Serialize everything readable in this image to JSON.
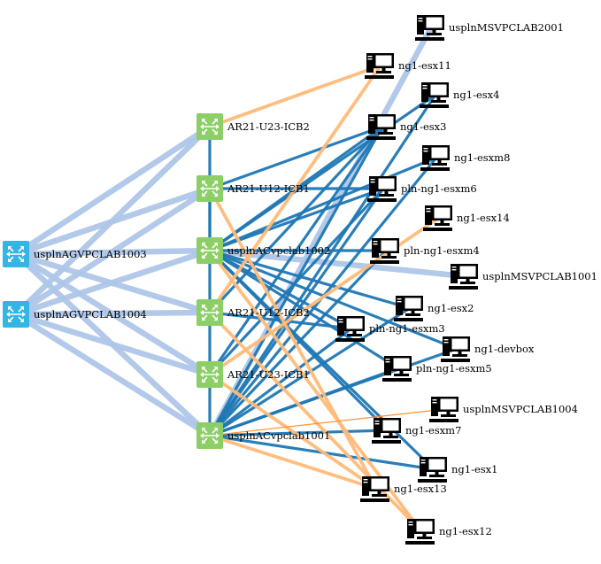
{
  "colors": {
    "agg_switch": "#33b5e5",
    "access_switch": "#8dcf67",
    "link_agg": "#aec6e8",
    "link_server": "#1f77b4",
    "link_alt": "#ffbb78",
    "link_alt_thin": "#ff8c28",
    "server_icon": "#000000"
  },
  "nodes": [
    {
      "id": "agv1003",
      "label": "usplnAGVPCLAB1003",
      "kind": "agg-switch",
      "icon": "switch-icon"
    },
    {
      "id": "agv1004",
      "label": "usplnAGVPCLAB1004",
      "kind": "agg-switch",
      "icon": "switch-icon"
    },
    {
      "id": "ar21u23icb2",
      "label": "AR21-U23-ICB2",
      "kind": "access-switch",
      "icon": "switch-icon"
    },
    {
      "id": "ar21u12icb1",
      "label": "AR21-U12-ICB1",
      "kind": "access-switch",
      "icon": "switch-icon"
    },
    {
      "id": "acv1002",
      "label": "usplnACvpclab1002",
      "kind": "access-switch",
      "icon": "switch-icon"
    },
    {
      "id": "ar21u12icb2",
      "label": "AR21-U12-ICB2",
      "kind": "access-switch",
      "icon": "switch-icon"
    },
    {
      "id": "ar21u23icb1",
      "label": "AR21-U23-ICB1",
      "kind": "access-switch",
      "icon": "switch-icon"
    },
    {
      "id": "acv1001",
      "label": "usplnACvpclab1001",
      "kind": "access-switch",
      "icon": "switch-icon"
    },
    {
      "id": "msv2001",
      "label": "usplnMSVPCLAB2001",
      "kind": "server",
      "icon": "server-icon"
    },
    {
      "id": "esx11",
      "label": "ng1-esx11",
      "kind": "server",
      "icon": "server-icon"
    },
    {
      "id": "esx4",
      "label": "ng1-esx4",
      "kind": "server",
      "icon": "server-icon"
    },
    {
      "id": "esx3",
      "label": "ng1-esx3",
      "kind": "server",
      "icon": "server-icon"
    },
    {
      "id": "esxm8",
      "label": "ng1-esxm8",
      "kind": "server",
      "icon": "server-icon"
    },
    {
      "id": "plnesxm6",
      "label": "pln-ng1-esxm6",
      "kind": "server",
      "icon": "server-icon"
    },
    {
      "id": "esx14",
      "label": "ng1-esx14",
      "kind": "server",
      "icon": "server-icon"
    },
    {
      "id": "plnesxm4",
      "label": "pln-ng1-esxm4",
      "kind": "server",
      "icon": "server-icon"
    },
    {
      "id": "msv1001",
      "label": "usplnMSVPCLAB1001",
      "kind": "server",
      "icon": "server-icon"
    },
    {
      "id": "esx2",
      "label": "ng1-esx2",
      "kind": "server",
      "icon": "server-icon"
    },
    {
      "id": "plnesxm3",
      "label": "pln-ng1-esxm3",
      "kind": "server",
      "icon": "server-icon"
    },
    {
      "id": "devbox",
      "label": "ng1-devbox",
      "kind": "server",
      "icon": "server-icon"
    },
    {
      "id": "plnesxm5",
      "label": "pln-ng1-esxm5",
      "kind": "server",
      "icon": "server-icon"
    },
    {
      "id": "msv1004",
      "label": "usplnMSVPCLAB1004",
      "kind": "server",
      "icon": "server-icon"
    },
    {
      "id": "esxm7",
      "label": "ng1-esxm7",
      "kind": "server",
      "icon": "server-icon"
    },
    {
      "id": "esx1",
      "label": "ng1-esx1",
      "kind": "server",
      "icon": "server-icon"
    },
    {
      "id": "esx13",
      "label": "ng1-esx13",
      "kind": "server",
      "icon": "server-icon"
    },
    {
      "id": "esx12",
      "label": "ng1-esx12",
      "kind": "server",
      "icon": "server-icon"
    }
  ],
  "links": [
    {
      "source": "agv1003",
      "target": "ar21u23icb2",
      "style": "agg"
    },
    {
      "source": "agv1003",
      "target": "ar21u12icb1",
      "style": "agg"
    },
    {
      "source": "agv1003",
      "target": "acv1002",
      "style": "agg"
    },
    {
      "source": "agv1003",
      "target": "ar21u12icb2",
      "style": "agg"
    },
    {
      "source": "agv1003",
      "target": "ar21u23icb1",
      "style": "agg"
    },
    {
      "source": "agv1003",
      "target": "acv1001",
      "style": "agg"
    },
    {
      "source": "agv1004",
      "target": "ar21u23icb2",
      "style": "agg"
    },
    {
      "source": "agv1004",
      "target": "ar21u12icb1",
      "style": "agg"
    },
    {
      "source": "agv1004",
      "target": "acv1002",
      "style": "agg"
    },
    {
      "source": "agv1004",
      "target": "ar21u12icb2",
      "style": "agg"
    },
    {
      "source": "agv1004",
      "target": "ar21u23icb1",
      "style": "agg"
    },
    {
      "source": "agv1004",
      "target": "acv1001",
      "style": "agg"
    },
    {
      "source": "acv1001",
      "target": "msv2001",
      "style": "agg"
    },
    {
      "source": "acv1002",
      "target": "msv1001",
      "style": "agg"
    },
    {
      "source": "ar21u23icb2",
      "target": "acv1002",
      "style": "server"
    },
    {
      "source": "ar21u12icb1",
      "target": "acv1002",
      "style": "server"
    },
    {
      "source": "acv1002",
      "target": "ar21u12icb2",
      "style": "server"
    },
    {
      "source": "ar21u12icb2",
      "target": "ar21u23icb1",
      "style": "server"
    },
    {
      "source": "ar21u23icb1",
      "target": "acv1001",
      "style": "server"
    },
    {
      "source": "acv1002",
      "target": "esx4",
      "style": "server"
    },
    {
      "source": "acv1002",
      "target": "esx3",
      "style": "server"
    },
    {
      "source": "acv1002",
      "target": "esxm8",
      "style": "server"
    },
    {
      "source": "acv1002",
      "target": "plnesxm6",
      "style": "server"
    },
    {
      "source": "acv1002",
      "target": "plnesxm4",
      "style": "server"
    },
    {
      "source": "acv1002",
      "target": "esx2",
      "style": "server"
    },
    {
      "source": "acv1002",
      "target": "plnesxm3",
      "style": "server"
    },
    {
      "source": "acv1002",
      "target": "plnesxm5",
      "style": "server"
    },
    {
      "source": "acv1002",
      "target": "devbox",
      "style": "server"
    },
    {
      "source": "acv1002",
      "target": "esxm7",
      "style": "server"
    },
    {
      "source": "acv1002",
      "target": "esx1",
      "style": "server"
    },
    {
      "source": "acv1001",
      "target": "esx4",
      "style": "server"
    },
    {
      "source": "acv1001",
      "target": "esx3",
      "style": "server"
    },
    {
      "source": "acv1001",
      "target": "esxm8",
      "style": "server"
    },
    {
      "source": "acv1001",
      "target": "plnesxm6",
      "style": "server"
    },
    {
      "source": "acv1001",
      "target": "plnesxm4",
      "style": "server"
    },
    {
      "source": "acv1001",
      "target": "esx2",
      "style": "server"
    },
    {
      "source": "acv1001",
      "target": "plnesxm3",
      "style": "server"
    },
    {
      "source": "acv1001",
      "target": "plnesxm5",
      "style": "server"
    },
    {
      "source": "acv1001",
      "target": "devbox",
      "style": "server"
    },
    {
      "source": "acv1001",
      "target": "esxm7",
      "style": "server"
    },
    {
      "source": "acv1001",
      "target": "esx1",
      "style": "server"
    },
    {
      "source": "ar21u12icb1",
      "target": "esx3",
      "style": "server"
    },
    {
      "source": "ar21u12icb1",
      "target": "plnesxm6",
      "style": "server"
    },
    {
      "source": "ar21u12icb2",
      "target": "esx3",
      "style": "server"
    },
    {
      "source": "ar21u12icb2",
      "target": "plnesxm3",
      "style": "server"
    },
    {
      "source": "ar21u23icb1",
      "target": "esx3",
      "style": "server"
    },
    {
      "source": "ar21u23icb1",
      "target": "plnesxm6",
      "style": "server"
    },
    {
      "source": "ar21u23icb2",
      "target": "esx11",
      "style": "alt"
    },
    {
      "source": "ar21u12icb1",
      "target": "esx13",
      "style": "alt"
    },
    {
      "source": "ar21u12icb2",
      "target": "esx11",
      "style": "alt"
    },
    {
      "source": "ar21u12icb2",
      "target": "esx12",
      "style": "alt"
    },
    {
      "source": "ar21u23icb1",
      "target": "esx14",
      "style": "alt"
    },
    {
      "source": "ar21u23icb1",
      "target": "esx13",
      "style": "alt"
    },
    {
      "source": "acv1002",
      "target": "esx12",
      "style": "alt"
    },
    {
      "source": "acv1001",
      "target": "esx13",
      "style": "alt"
    },
    {
      "source": "acv1001",
      "target": "msv1004",
      "style": "alt-thin"
    }
  ]
}
